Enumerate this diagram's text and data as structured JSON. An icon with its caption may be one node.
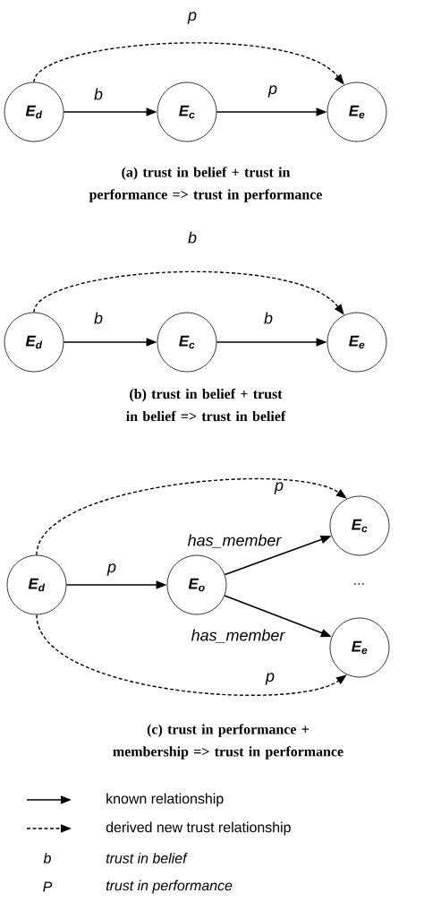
{
  "diagram": {
    "nodes": [
      {
        "text": [
          "E$_{d}$"
        ]
      },
      {
        "text": [
          "E$_{c}$"
        ]
      },
      {
        "text": [
          "E$_{e}$"
        ]
      },
      {
        "text": [
          "E$_{d}$"
        ]
      },
      {
        "text": [
          "E$_{c}$"
        ]
      },
      {
        "text": [
          "E$_{e}$"
        ]
      },
      {
        "text": [
          "E$_{d}$"
        ]
      },
      {
        "text": [
          "E$_{o}$"
        ]
      },
      {
        "text": [
          "E$_{c}$"
        ]
      },
      {
        "text": [
          "E$_{e}$"
        ]
      }
    ],
    "edges": [
      {
        "from": 0,
        "to": 1,
        "arrow": "to",
        "label": "b"
      },
      {
        "from": 1,
        "to": 2,
        "arrow": "to",
        "label": "p"
      },
      {
        "from": 0,
        "to": 2,
        "arrow": "to",
        "label": "p",
        "style": "dashed"
      },
      {
        "from": 3,
        "to": 4,
        "arrow": "to",
        "label": "b"
      },
      {
        "from": 4,
        "to": 5,
        "arrow": "to",
        "label": "b"
      },
      {
        "from": 3,
        "to": 5,
        "arrow": "to",
        "label": "b",
        "style": "dashed"
      },
      {
        "from": 6,
        "to": 7,
        "arrow": "to",
        "label": "p"
      },
      {
        "from": 7,
        "to": 8,
        "arrow": "to",
        "label": "has_member"
      },
      {
        "from": 7,
        "to": 9,
        "arrow": "to",
        "label": "has_member"
      },
      {
        "from": 6,
        "to": 8,
        "arrow": "to",
        "label": "p",
        "style": "dashed"
      },
      {
        "from": 6,
        "to": 9,
        "arrow": "to",
        "label": "p",
        "style": "dashed"
      }
    ],
    "labels": [
      "(a) trust in belief + trust in performance => trust in performance",
      "(b) trust in belief + trust in belief => trust in belief",
      "...",
      "(c) trust in performance + membership => trust in performance",
      "b",
      "trust in belief",
      "P",
      "trust in performance"
    ],
    "legend": [
      {
        "text": "known relationship"
      },
      {
        "text": "derived new trust relationship"
      }
    ]
  }
}
